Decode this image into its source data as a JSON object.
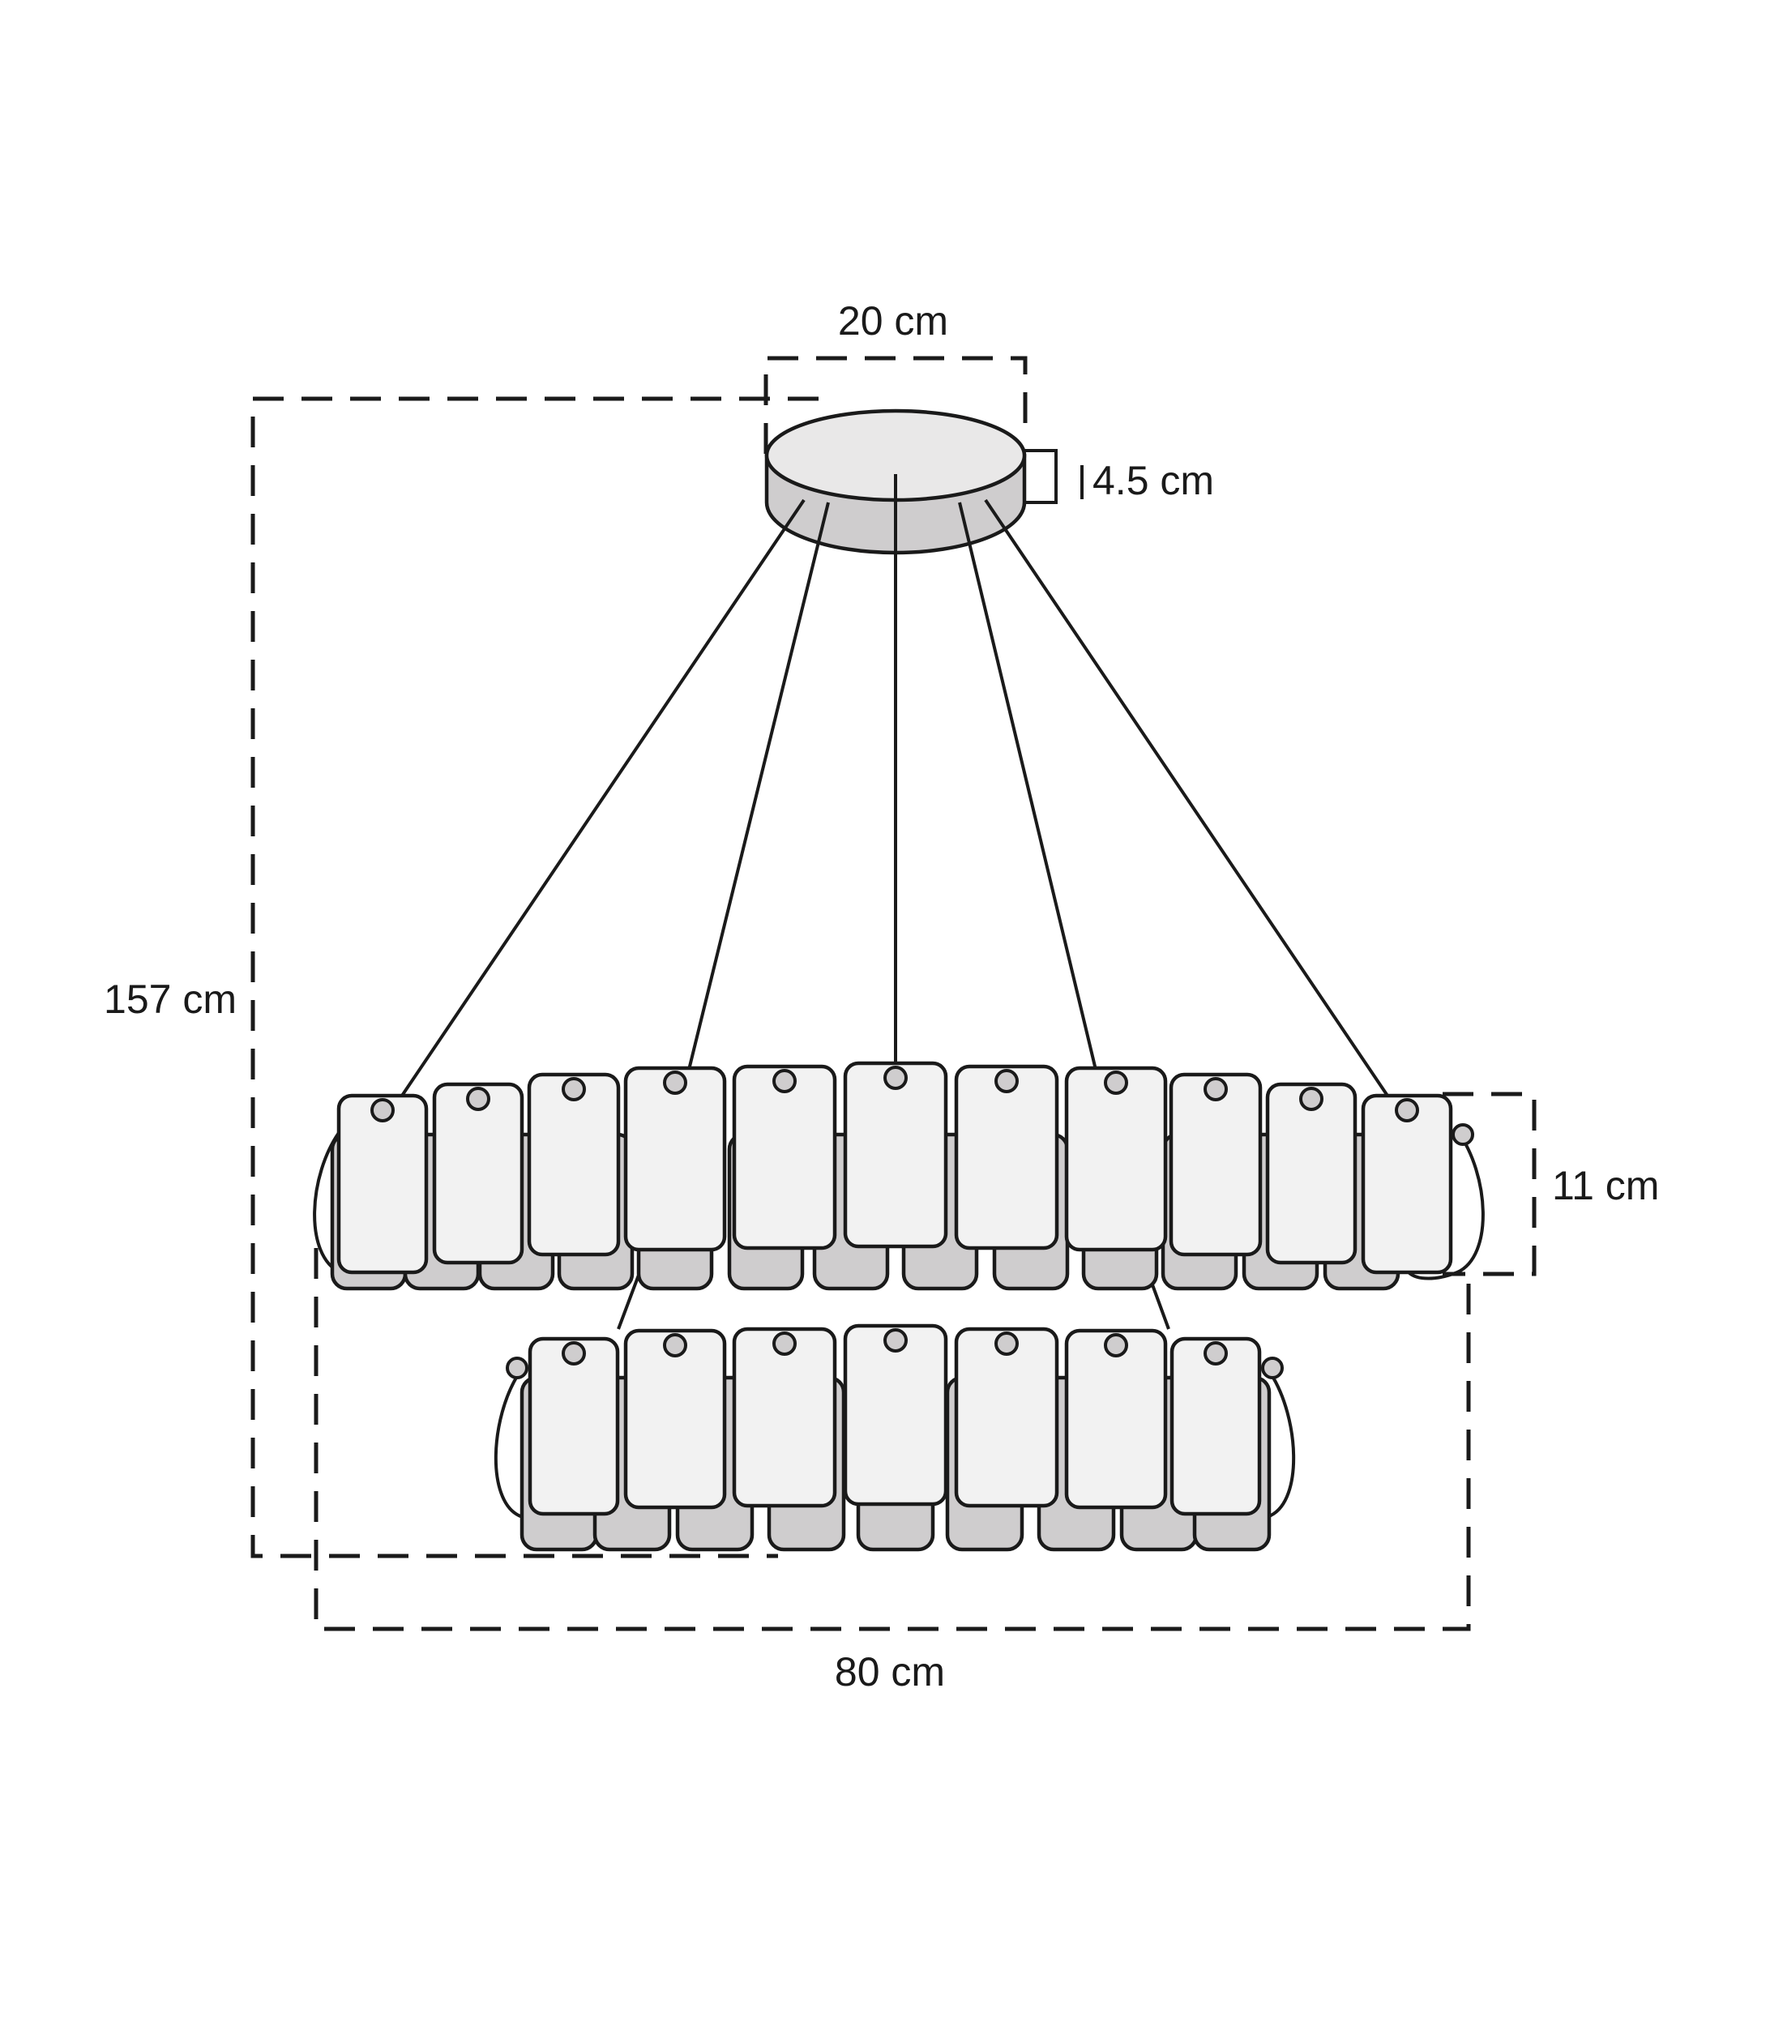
{
  "dimensions": {
    "canopy_width": "20 cm",
    "canopy_height": "4.5 cm",
    "total_height": "157 cm",
    "tier_height": "11 cm",
    "total_width": "80 cm"
  },
  "colors": {
    "line": "#1a1a1a",
    "tile_front": "#f2f2f2",
    "tile_back": "#cfcdce",
    "canopy": "#cfcdce"
  }
}
